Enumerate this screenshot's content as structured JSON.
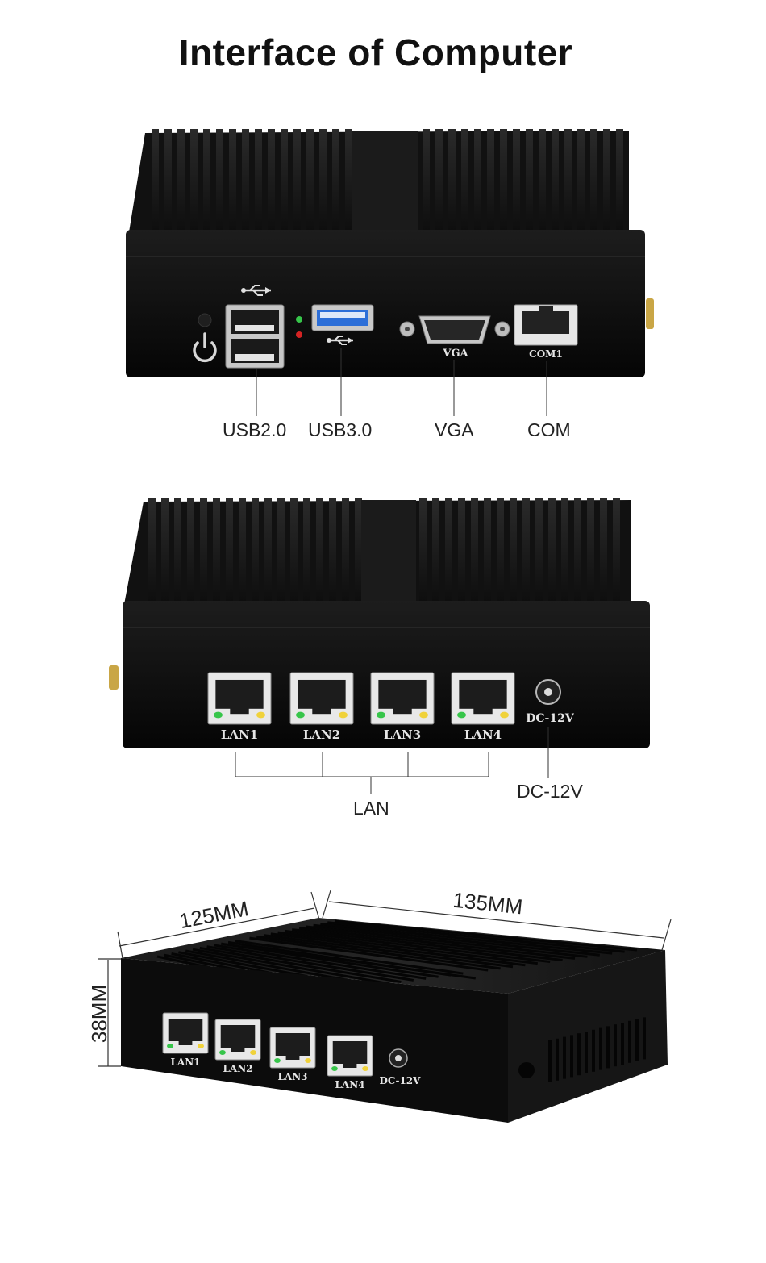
{
  "title": "Interface of Computer",
  "front_view": {
    "port_labels": {
      "vga": "VGA",
      "com": "COM1"
    },
    "callouts": {
      "usb2": "USB2.0",
      "usb3": "USB3.0",
      "vga": "VGA",
      "com": "COM"
    },
    "icons": [
      "power-icon",
      "usb-icon",
      "led-indicator-icon"
    ]
  },
  "rear_view": {
    "port_labels": [
      "LAN1",
      "LAN2",
      "LAN3",
      "LAN4"
    ],
    "dc_label": "DC-12V",
    "callouts": {
      "lan": "LAN",
      "dc": "DC-12V"
    }
  },
  "dimension_view": {
    "port_labels": [
      "LAN1",
      "LAN2",
      "LAN3",
      "LAN4"
    ],
    "dc_label": "DC-12V",
    "width": "125MM",
    "length": "135MM",
    "height": "38MM"
  },
  "colors": {
    "body": "#0c0c0c",
    "usb3": "#2d6fd8",
    "led_green": "#37c54a",
    "led_red": "#d42323"
  }
}
